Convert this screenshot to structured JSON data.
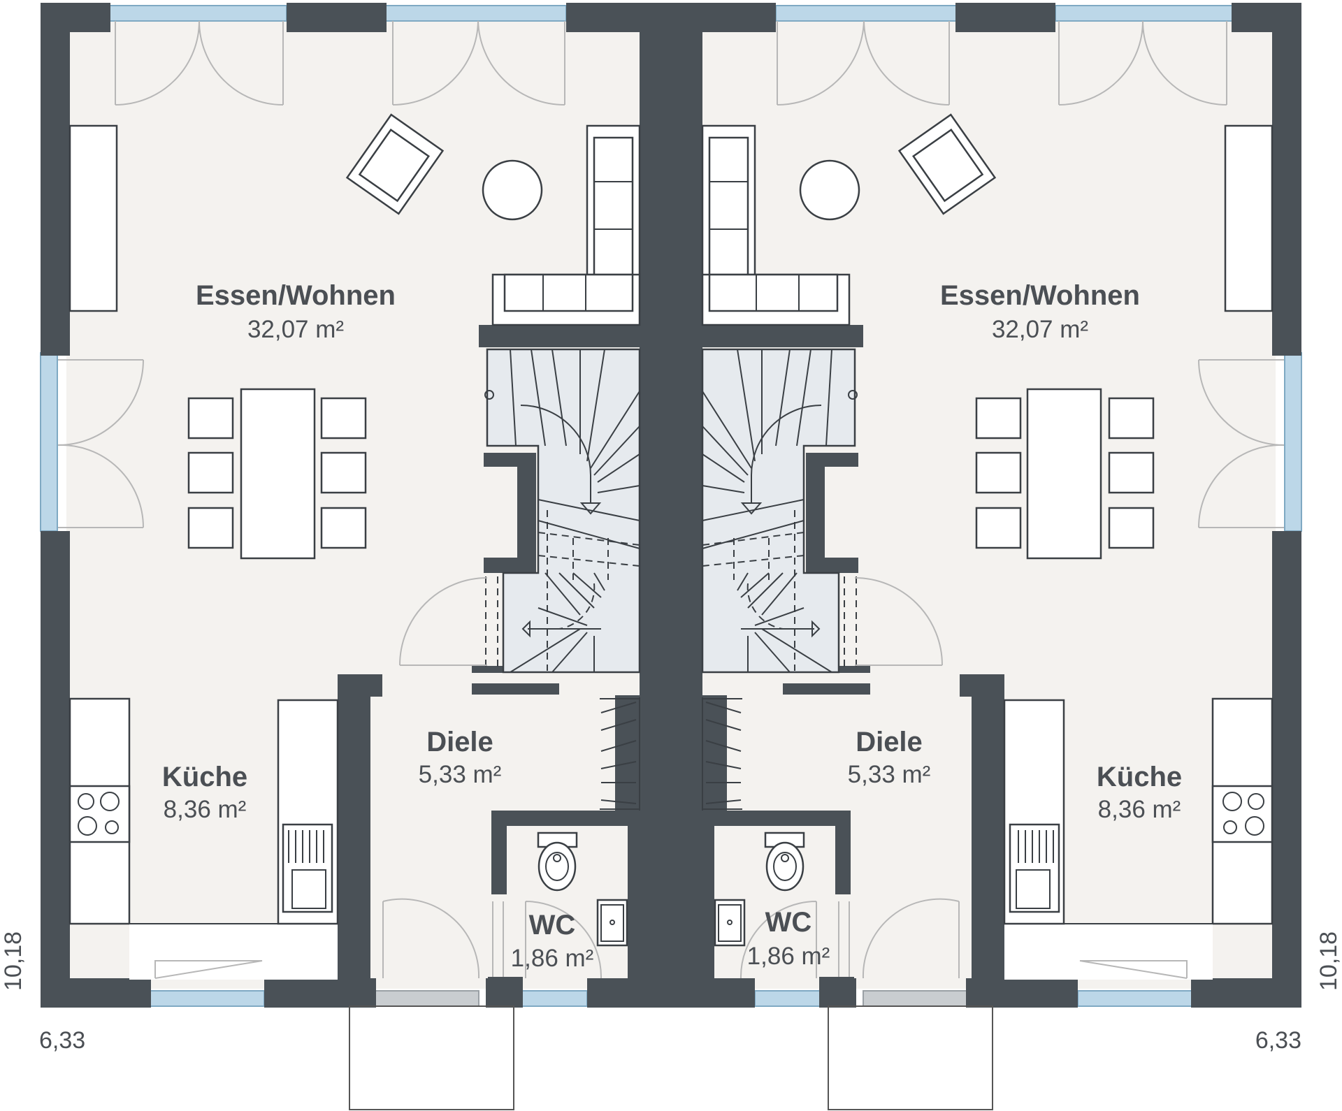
{
  "units": [
    {
      "rooms": [
        {
          "name": "Essen/Wohnen",
          "area": "32,07 m²"
        },
        {
          "name": "Küche",
          "area": "8,36 m²"
        },
        {
          "name": "Diele",
          "area": "5,33 m²"
        },
        {
          "name": "WC",
          "area": "1,86 m²"
        }
      ],
      "dimensions": {
        "width": "6,33",
        "depth": "10,18"
      }
    },
    {
      "rooms": [
        {
          "name": "Essen/Wohnen",
          "area": "32,07 m²"
        },
        {
          "name": "Küche",
          "area": "8,36 m²"
        },
        {
          "name": "Diele",
          "area": "5,33 m²"
        },
        {
          "name": "WC",
          "area": "1,86 m²"
        }
      ],
      "dimensions": {
        "width": "6,33",
        "depth": "10,18"
      }
    }
  ],
  "colors": {
    "wall": "#4a5157",
    "window": "#bcd7e8",
    "floor": "#f4f2ef"
  }
}
